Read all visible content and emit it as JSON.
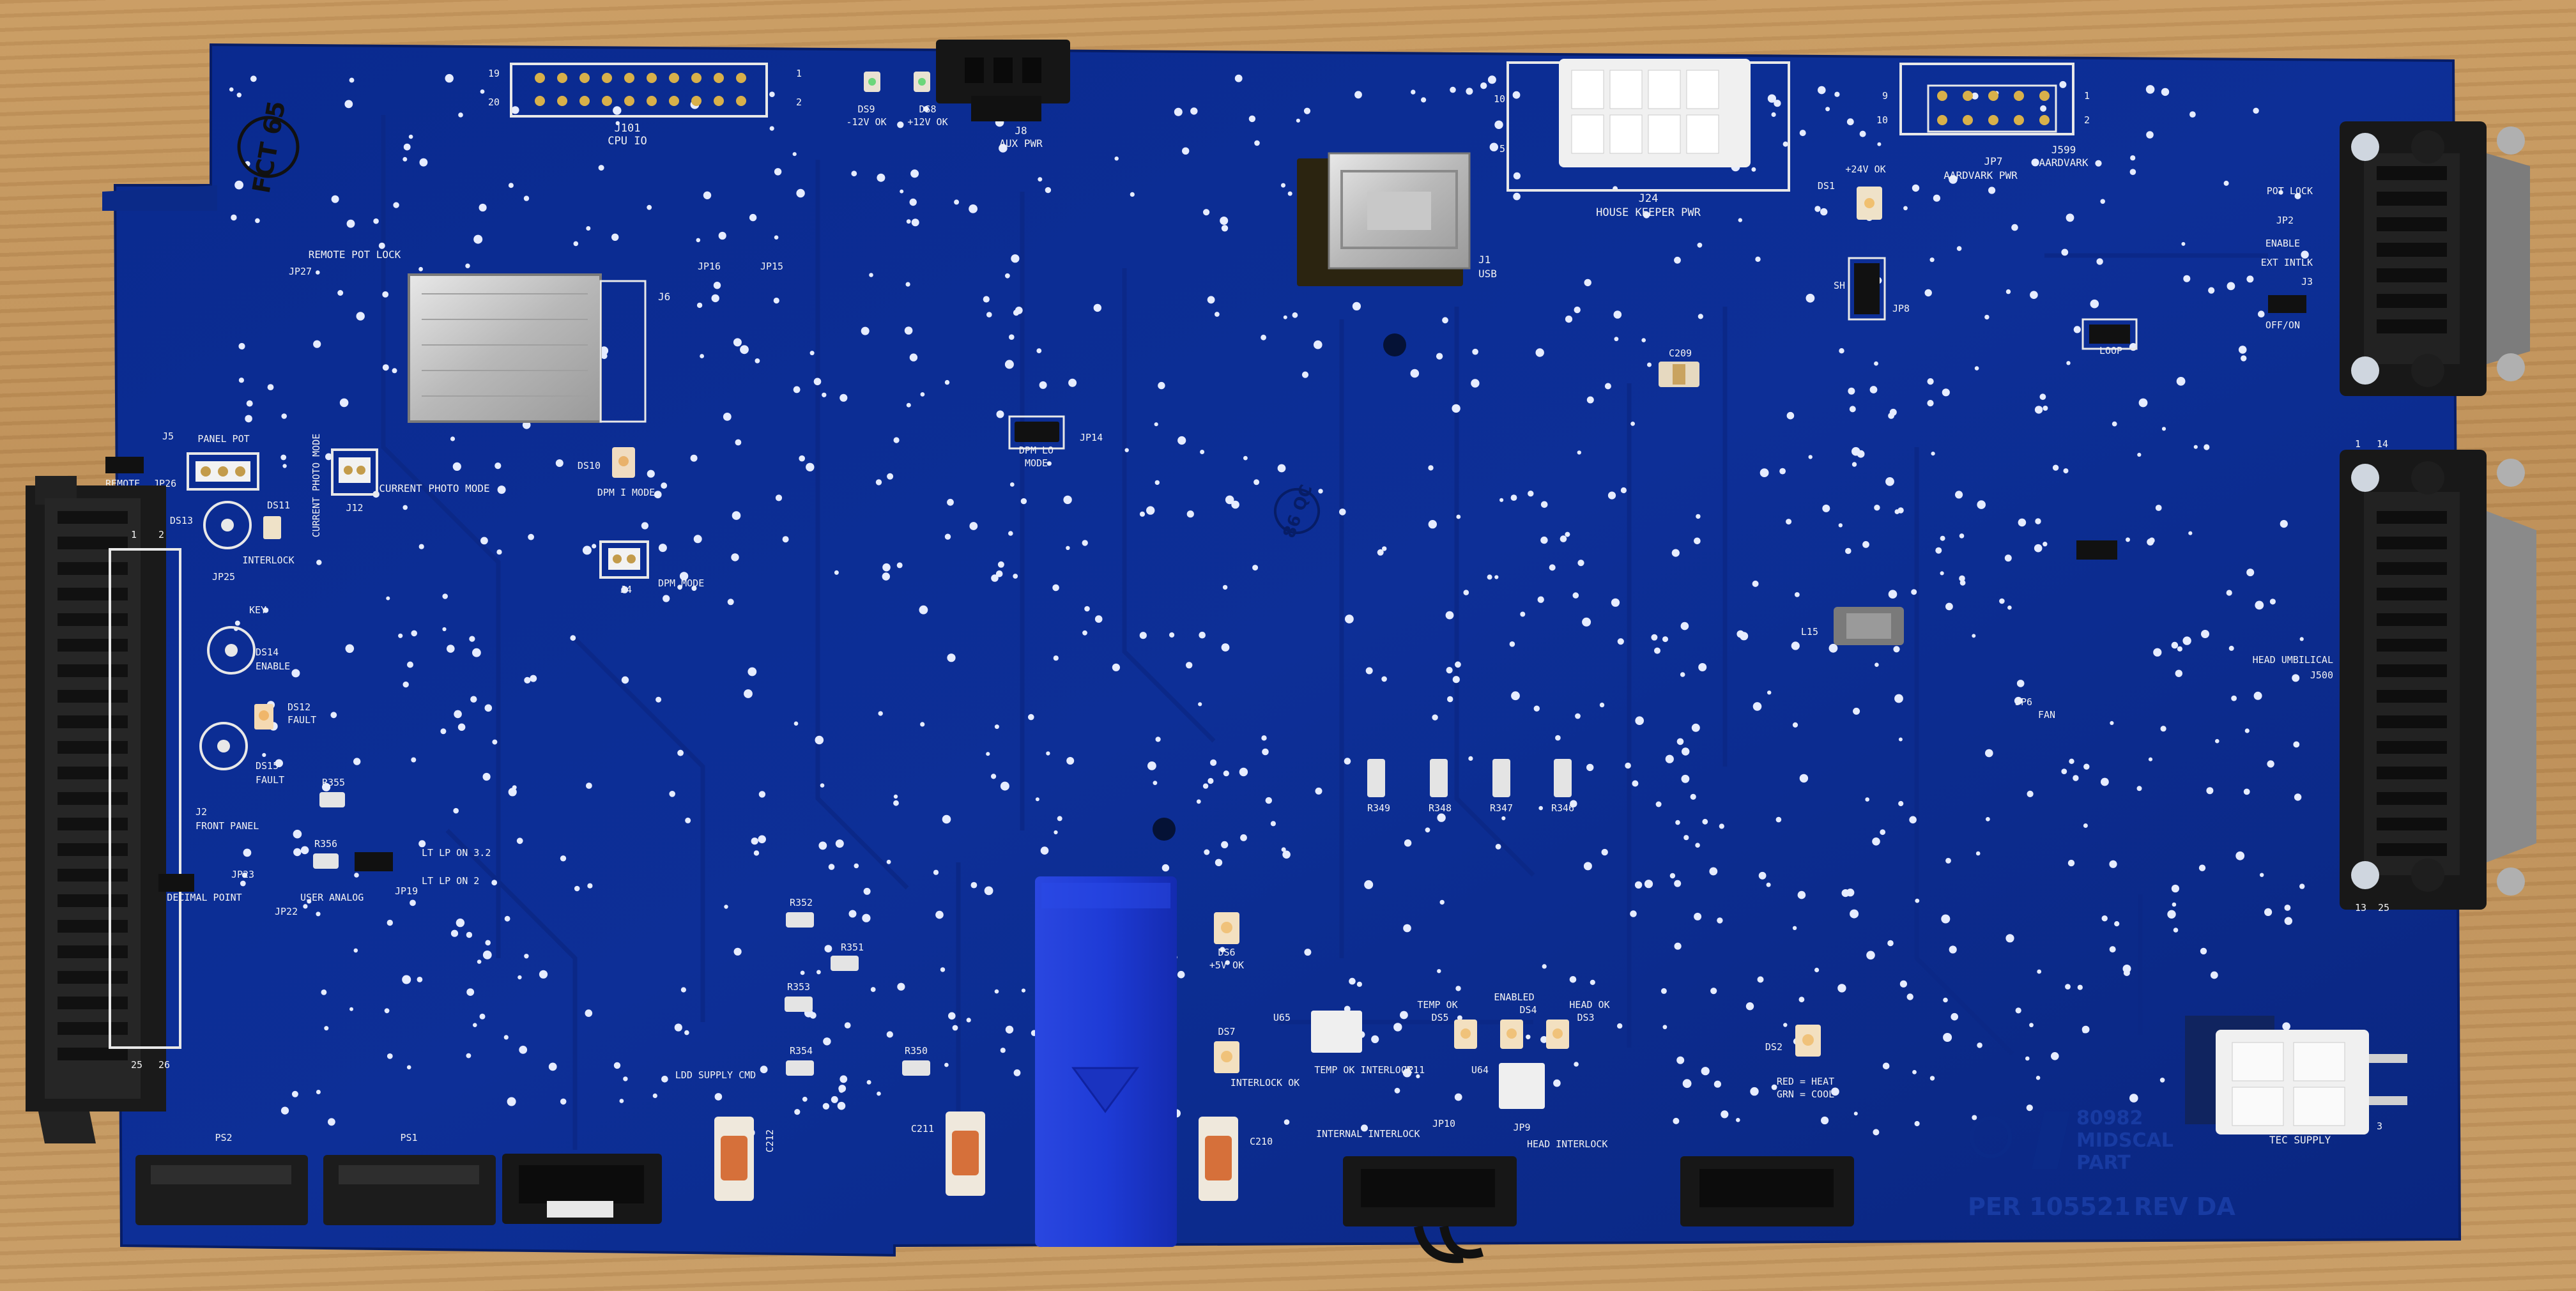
{
  "board": {
    "stamp": "FCT 65",
    "code": "86 QC",
    "part_number": "PER 105521",
    "revision": "REV DA",
    "mfr_lines": [
      "80982",
      "MIDSCAL",
      "PART"
    ]
  },
  "labels": {
    "j101": "J101",
    "cpu_io": "CPU IO",
    "pin19": "19",
    "pin20": "20",
    "pin1": "1",
    "pin2": "2",
    "ds9": "DS9",
    "minus12v": "-12V OK",
    "ds8": "DS8",
    "plus12v": "+12V OK",
    "j8": "J8",
    "aux_pwr": "AUX PWR",
    "j24": "J24",
    "housekeeper": "HOUSE KEEPER PWR",
    "p10": "10",
    "p5": "5",
    "j7": "JP7",
    "aardvark_pwr": "AARDVARK PWR",
    "j599": "J599",
    "aardvark": "AARDVARK",
    "p9": "9",
    "plus24v": "+24V OK",
    "ds1": "DS1",
    "j1": "J1",
    "usb": "USB",
    "remote_pot_lock": "REMOTE POT LOCK",
    "jp27": "JP27",
    "jp16": "JP16",
    "jp15": "JP15",
    "j6": "J6",
    "pot_lock": "POT LOCK",
    "jp2": "JP2",
    "enable": "ENABLE",
    "ext_intlk": "EXT INTLK",
    "j3": "J3",
    "off_on": "OFF/ON",
    "sh": "SH",
    "jp8": "JP8",
    "loop": "LOOP",
    "c209": "C209",
    "j5": "J5",
    "panel_pot": "PANEL POT",
    "remote": "REMOTE",
    "jp26": "JP26",
    "current_photo_mode": "CURRENT PHOTO MODE",
    "j12": "J12",
    "current_photo_mode2": "CURRENT PHOTO MODE",
    "ds10": "DS10",
    "dpm_mode": "DPM I MODE",
    "dpm_lo": "DPM LO",
    "mode": "MODE",
    "jp14": "JP14",
    "ds13": "DS13",
    "ds11": "DS11",
    "interlock": "INTERLOCK",
    "j4": "J4",
    "dpm_mode2": "DPM MODE",
    "jp25": "JP25",
    "key": "KEY",
    "ds14": "DS14",
    "enable2": "ENABLE",
    "ds12": "DS12",
    "fault": "FAULT",
    "ds15": "DS15",
    "fault2": "FAULT",
    "r355": "R355",
    "j2": "J2",
    "front_panel": "FRONT PANEL",
    "r356": "R356",
    "lt_lp_on_32": "LT LP ON 3.2",
    "lt_lp_on_2": "LT LP ON 2",
    "jp19": "JP19",
    "jp23": "JP23",
    "decimal_point": "DECIMAL POINT",
    "user_analog": "USER ANALOG",
    "jp22": "JP22",
    "l15": "L15",
    "jp6": "JP6",
    "fan": "FAN",
    "head_umbilical": "HEAD UMBILICAL",
    "j500": "J500",
    "p13": "13",
    "p25": "25",
    "p14": "14",
    "p1": "1",
    "r349": "R349",
    "r348": "R348",
    "r347": "R347",
    "r346": "R346",
    "r352": "R352",
    "r351": "R351",
    "r353": "R353",
    "r354": "R354",
    "r350": "R350",
    "ds6": "DS6",
    "plus5v": "+5V OK",
    "ds7": "DS7",
    "interlock_ok": "INTERLOCK OK",
    "u65": "U65",
    "temp_ok": "TEMP OK",
    "ds5": "DS5",
    "enabled": "ENABLED",
    "ds4": "DS4",
    "head_ok": "HEAD OK",
    "ds3": "DS3",
    "temp_ok_interlock": "TEMP OK INTERLOCK",
    "jp11": "JP11",
    "u64": "U64",
    "jp9": "JP9",
    "internal_interlock": "INTERNAL INTERLOCK",
    "jp10": "JP10",
    "head_interlock": "HEAD INTERLOCK",
    "ds2": "DS2",
    "red_heat": "RED = HEAT",
    "grn_cool": "GRN = COOL",
    "tec_supply": "TEC SUPPLY",
    "p3": "3",
    "ldd_supply_cmd": "LDD SUPPLY CMD",
    "c212": "C212",
    "c211": "C211",
    "c210": "C210",
    "ps2": "PS2",
    "ps1": "PS1",
    "p25b": "25",
    "p26": "26",
    "pin1b": "1",
    "pin2b": "2"
  },
  "colors": {
    "board": "#0d2f97",
    "board_dark": "#0a2578",
    "silkscreen": "#f2f2f2",
    "connector_black": "#1a1a1a",
    "relay_blue": "#1e3bd6",
    "white_connector": "#ececec",
    "led_amber": "#f3d8a0",
    "cap_orange": "#d6703a"
  }
}
